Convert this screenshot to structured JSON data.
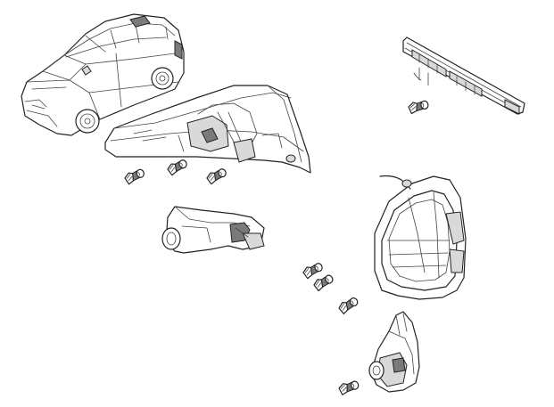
{
  "diagram": {
    "parts": [
      {
        "name": "car",
        "icon": "hatchback-car-icon"
      },
      {
        "name": "high-mounted-brake-light",
        "icon": "third-brake-light-icon"
      },
      {
        "name": "rear-combination-lamp",
        "icon": "tail-lamp-icon"
      },
      {
        "name": "rear-lamp-bulbs",
        "icon": "wedge-bulb-icon",
        "count": 3
      },
      {
        "name": "front-turn-signal",
        "icon": "side-marker-lamp-icon"
      },
      {
        "name": "headlight-unit",
        "icon": "headlight-icon"
      },
      {
        "name": "headlight-bulbs",
        "icon": "wedge-bulb-icon",
        "count": 3
      },
      {
        "name": "fog-light",
        "icon": "fog-lamp-icon"
      },
      {
        "name": "fog-light-bulb",
        "icon": "wedge-bulb-icon",
        "count": 1
      }
    ]
  }
}
